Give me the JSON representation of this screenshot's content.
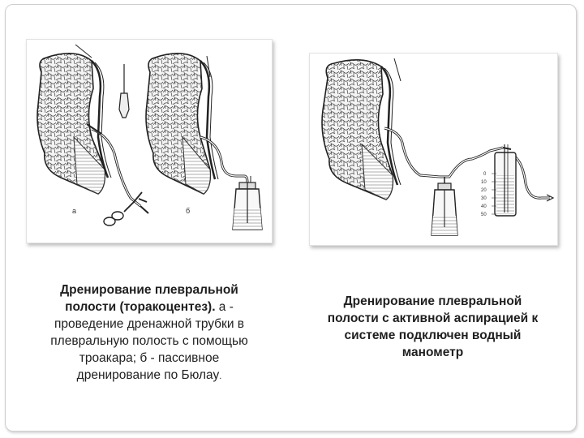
{
  "captions": {
    "left": {
      "line1": "Дренирование плевральной",
      "line2_bold": "полости (торакоцентез).",
      "line2_rest": " а -",
      "line3": "проведение дренажной трубки в",
      "line4": "плевральную полость с помощью",
      "line5": "троакара; б - пассивное",
      "line6": "дренирование по Бюлау",
      "line6_end": "."
    },
    "right": {
      "line1": "Дренирование плевральной",
      "line2": "полости с активной аспирацией к",
      "line3": "системе подключен водный",
      "line4": "манометр"
    }
  },
  "figure_labels": {
    "a": "а",
    "b": "б"
  },
  "manometer_scale": [
    "0",
    "10",
    "20",
    "30",
    "40",
    "50"
  ]
}
